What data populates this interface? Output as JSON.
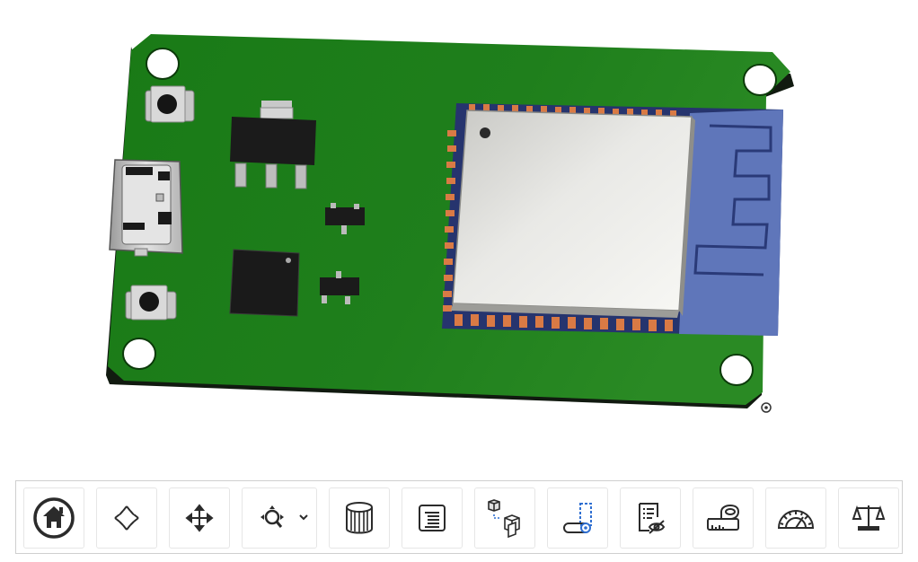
{
  "viewport": {
    "model": "pcb-board",
    "origin_marker": "origin-icon"
  },
  "toolbar": {
    "items": [
      {
        "name": "home-button",
        "icon": "home-icon"
      },
      {
        "name": "orbit-button",
        "icon": "orbit-icon"
      },
      {
        "name": "pan-button",
        "icon": "pan-icon"
      },
      {
        "name": "zoom-button",
        "icon": "zoom-icon",
        "has_dropdown": true
      },
      {
        "name": "display-style-button",
        "icon": "cylinder-shading-icon"
      },
      {
        "name": "model-tree-button",
        "icon": "list-icon"
      },
      {
        "name": "explode-button",
        "icon": "explode-icon"
      },
      {
        "name": "section-button",
        "icon": "section-plane-icon"
      },
      {
        "name": "properties-button",
        "icon": "properties-icon"
      },
      {
        "name": "measure-button",
        "icon": "tape-measure-icon"
      },
      {
        "name": "angle-button",
        "icon": "protractor-icon"
      },
      {
        "name": "mass-properties-button",
        "icon": "balance-scale-icon"
      }
    ]
  },
  "colors": {
    "board_green": "#1e7a1a",
    "board_edge": "#163315",
    "module_shield": "#d8d8d4",
    "antenna_area": "#5c73b8",
    "pad_copper": "#d97a45",
    "toolbar_border": "#cfcfcf",
    "icon_dark": "#2b2b2b"
  }
}
